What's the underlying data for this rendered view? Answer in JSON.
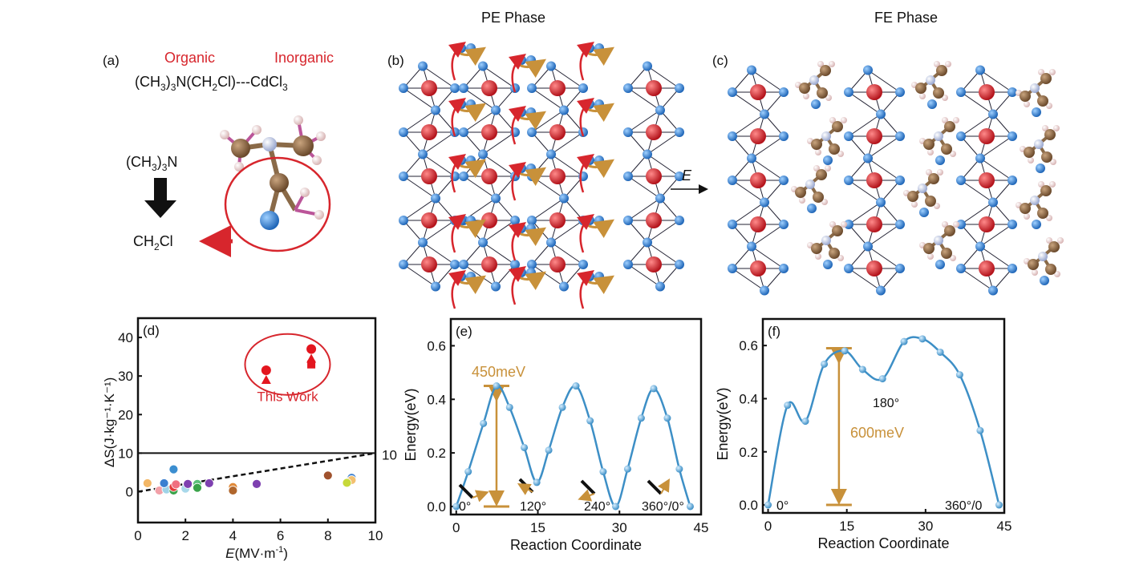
{
  "panel_a": {
    "label": "(a)",
    "organic": "Organic",
    "inorganic": "Inorganic",
    "formula": [
      "(CH",
      "3",
      ")",
      "3",
      "N(CH",
      "2",
      "Cl)---CdCl",
      "3"
    ],
    "amine": [
      "(CH",
      "3",
      ")",
      "3",
      "N"
    ],
    "chloromethyl": [
      "CH",
      "2",
      "Cl"
    ]
  },
  "panel_b": {
    "label": "(b)",
    "title": "PE Phase"
  },
  "panel_c": {
    "label": "(c)",
    "title": "FE Phase",
    "field_label": "E"
  },
  "colors": {
    "red": "#d7262d",
    "gold": "#c8913a",
    "curve": "#3d8fc6",
    "blue_atom": "#2f7fcf",
    "carbon": "#8a6a48"
  },
  "chart_data": [
    {
      "id": "d",
      "type": "scatter",
      "label": "(d)",
      "xlabel_italic": "E",
      "xlabel_rest": "(MV·m",
      "xlabel_sup": "-1",
      "xlabel_end": ")",
      "ylabel": "ΔS(J·kg⁻¹·K⁻¹)",
      "xlim": [
        0,
        10
      ],
      "ylim": [
        -8,
        45
      ],
      "xticks": [
        0,
        2,
        4,
        6,
        8,
        10
      ],
      "yticks": [
        0,
        10,
        20,
        30,
        40
      ],
      "break_label": "10",
      "annotation": "This Work",
      "this_work": [
        {
          "shape": "circle",
          "x": 5.4,
          "y": 31.5
        },
        {
          "shape": "triangle",
          "x": 5.4,
          "y": 29
        },
        {
          "shape": "circle",
          "x": 7.3,
          "y": 37
        },
        {
          "shape": "triangle",
          "x": 7.3,
          "y": 34.5
        },
        {
          "shape": "square",
          "x": 7.3,
          "y": 33
        }
      ],
      "literature": [
        {
          "x": 0.4,
          "y": 2.2,
          "color": "#f3b766"
        },
        {
          "x": 0.9,
          "y": 0.3,
          "color": "#f2a0a8"
        },
        {
          "x": 1.2,
          "y": 0.6,
          "color": "#9fd3e8"
        },
        {
          "x": 1.1,
          "y": 2.2,
          "color": "#3b7fd0"
        },
        {
          "x": 1.5,
          "y": 5.8,
          "color": "#3b8ed0"
        },
        {
          "x": 1.5,
          "y": 0.3,
          "color": "#3aa34a"
        },
        {
          "x": 1.5,
          "y": 1.2,
          "color": "#e33a3a"
        },
        {
          "x": 1.6,
          "y": 1.9,
          "color": "#f07080"
        },
        {
          "x": 2.0,
          "y": 0.8,
          "color": "#a8d8ea"
        },
        {
          "x": 2.1,
          "y": 2.0,
          "color": "#7e40b0"
        },
        {
          "x": 2.5,
          "y": 2.0,
          "color": "#5cbf7a"
        },
        {
          "x": 2.5,
          "y": 1.0,
          "color": "#3aa34a"
        },
        {
          "x": 3.0,
          "y": 2.2,
          "color": "#7e40b0"
        },
        {
          "x": 4.0,
          "y": 1.2,
          "color": "#e08a3a"
        },
        {
          "x": 4.0,
          "y": 0.3,
          "color": "#b0662c"
        },
        {
          "x": 5.0,
          "y": 2.0,
          "color": "#7e40b0"
        },
        {
          "x": 8.0,
          "y": 4.2,
          "color": "#a0522d"
        },
        {
          "x": 9.0,
          "y": 3.6,
          "color": "#3b7fd0"
        },
        {
          "x": 9.0,
          "y": 3.0,
          "color": "#f3c070"
        },
        {
          "x": 8.8,
          "y": 2.3,
          "color": "#c7d93a"
        }
      ],
      "trend_line": {
        "x": [
          0,
          10
        ],
        "y": [
          0,
          10
        ]
      }
    },
    {
      "id": "e",
      "type": "line",
      "label": "(e)",
      "xlabel": "Reaction Coordinate",
      "ylabel": "Energy(eV)",
      "xlim": [
        -1,
        45
      ],
      "ylim": [
        -0.03,
        0.7
      ],
      "xticks": [
        0,
        15,
        30,
        45
      ],
      "yticks": [
        "0.0",
        "0.2",
        "0.4",
        "0.6"
      ],
      "x": [
        0,
        2.2,
        5,
        7.4,
        9.8,
        12.5,
        14.8,
        17,
        19.5,
        22,
        24.6,
        27,
        29.3,
        31.5,
        34,
        36.3,
        38.8,
        41,
        43
      ],
      "y": [
        0,
        0.13,
        0.31,
        0.45,
        0.37,
        0.22,
        0.09,
        0.21,
        0.37,
        0.45,
        0.32,
        0.13,
        0.0,
        0.14,
        0.33,
        0.44,
        0.33,
        0.14,
        0.0
      ],
      "barrier_label": "450meV",
      "barrier": [
        0,
        0.45
      ],
      "angle_labels": [
        "0°",
        "120°",
        "240°",
        "360°/0°"
      ]
    },
    {
      "id": "f",
      "type": "line",
      "label": "(f)",
      "xlabel": "Reaction Coordinate",
      "ylabel": "Energy(eV)",
      "xlim": [
        -1,
        45
      ],
      "ylim": [
        -0.03,
        0.7
      ],
      "xticks": [
        0,
        15,
        30,
        45
      ],
      "yticks": [
        "0.0",
        "0.2",
        "0.4",
        "0.6"
      ],
      "x": [
        0,
        3.7,
        7.1,
        10.7,
        14.6,
        18,
        21.8,
        25.9,
        29.4,
        32.8,
        36.5,
        40.4,
        44
      ],
      "y": [
        0,
        0.375,
        0.315,
        0.53,
        0.58,
        0.51,
        0.475,
        0.615,
        0.625,
        0.575,
        0.49,
        0.28,
        0
      ],
      "barrier_label": "600meV",
      "barrier": [
        0,
        0.59
      ],
      "angle_labels": [
        "0°",
        "180°",
        "360°/0"
      ]
    }
  ]
}
